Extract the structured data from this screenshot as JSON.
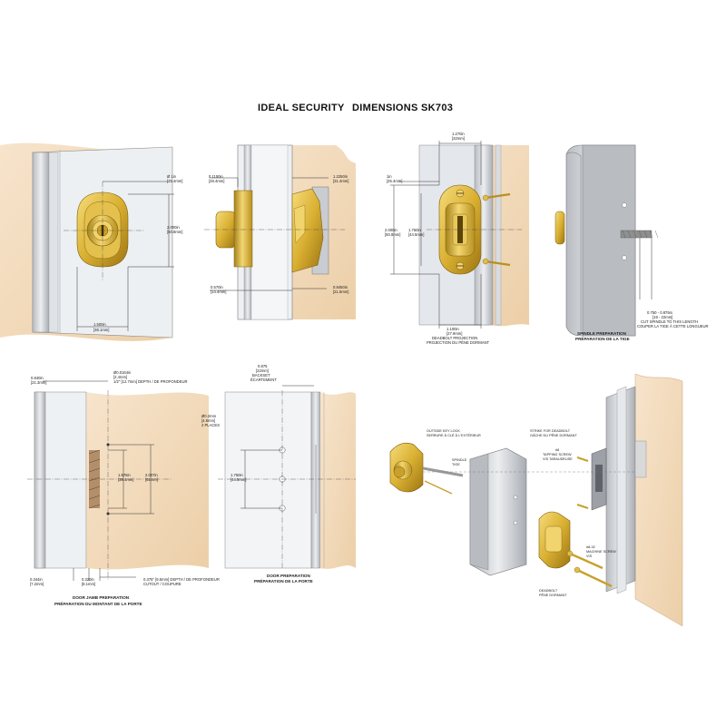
{
  "header": {
    "brand": "IDEAL SECURITY",
    "model": "DIMENSIONS SK703"
  },
  "view1": {
    "dia": [
      "Ø 1in",
      "[25.4mm]"
    ],
    "height": [
      "2.000in",
      "[50.8mm]"
    ],
    "width": [
      "1.500in",
      "[38.1mm]"
    ]
  },
  "view2": {
    "top_left": [
      "0.1150in",
      "[28.4mm]"
    ],
    "top_right": [
      "1.2250in",
      "[31.4mm]"
    ],
    "bot_left": [
      "0.570in",
      "[14.4mm]"
    ],
    "bot_right": [
      "0.8450in",
      "[21.5mm]"
    ]
  },
  "view3": {
    "top": [
      "1.270in",
      "[32mm]"
    ],
    "left1": [
      "1in",
      "[25.4mm]"
    ],
    "left2": [
      "2.000in",
      "[50.8mm]"
    ],
    "left3": [
      "1.750in",
      "[44.5mm]"
    ],
    "bottom": [
      "1.100in",
      "[27.9mm]"
    ],
    "bottom_note": [
      "DEADBOLT PROJECTION",
      "PROJECTION DU PÊNE DORMANT"
    ]
  },
  "view4": {
    "cut": [
      "0.750 - 0.875in",
      "[19 - 22mm]",
      "CUT SPINDLE TO THIS LENGTH",
      "COUPER LA TIGE À CETTE LONGUEUR"
    ],
    "caption": [
      "SPINDLE PREPARATION",
      "PRÉPARATION DE LA TIGE"
    ]
  },
  "view5": {
    "top": [
      "0.840in",
      "[21.3mm]"
    ],
    "dia": [
      "Ø0.0164in",
      "[2.4mm]"
    ],
    "depth": "1/2\" [12.7mm] DEPTH / DE PROFONDEUR",
    "mid": [
      "1.575in",
      "[38.4mm]"
    ],
    "tall": [
      "2.007in",
      "[51mm]"
    ],
    "b1": [
      "0.344in",
      "[7.2mm]"
    ],
    "b2": [
      "0.320in",
      "[8.1mm]"
    ],
    "cutout": [
      "0.375\" [9.5mm] DEPTH / DE PROFONDEUR",
      "CUTOUT / COUPURE"
    ],
    "caption": [
      "DOOR JAMB PREPARATION",
      "PRÉPARATION DU MONTANT DE LA PORTE"
    ]
  },
  "view6": {
    "top": [
      "0.875",
      "[22mm]",
      "BACKSET",
      "ÉCARTEMENT"
    ],
    "dia": [
      "Ø0.2mm",
      "[4.8mm]",
      "2 PLACES"
    ],
    "mid": [
      "1.750in",
      "[44.5mm]"
    ],
    "caption": [
      "DOOR PREPARATION",
      "PRÉPARATION DE LA PORTE"
    ]
  },
  "exploded": {
    "lock": [
      "OUTSIDE KEY LOCK",
      "SERRURE À CLÉ À L'EXTÉRIEUR"
    ],
    "spindle": [
      "SPINDLE",
      "TIGE"
    ],
    "strike": [
      "STRIKE FOR DEADBOLT",
      "GÂCHE DU PÊNE DORMANT"
    ],
    "tap": [
      "#8",
      "TAPPING SCREW",
      "VIS TARAUDEUSE"
    ],
    "mscrew": [
      "#8-32",
      "MACHINE SCREW",
      "VIS"
    ],
    "deadbolt": [
      "DEADBOLT",
      "PÊNE DORMANT"
    ]
  },
  "colors": {
    "brass": "#d9b032",
    "brass_dark": "#a7821a",
    "wood": "#f3dcc0",
    "steel": "#c9ccd0",
    "steel_dark": "#9da1a7",
    "line": "#333333"
  }
}
